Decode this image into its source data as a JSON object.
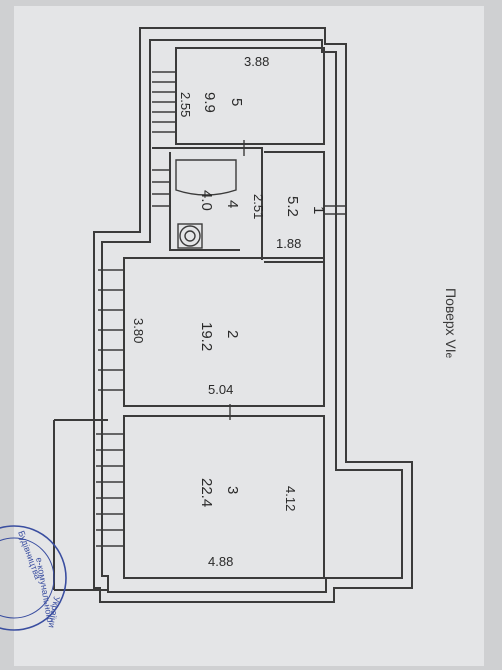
{
  "floor_label": "Поверх VI",
  "floor_suffix": "е",
  "rooms": [
    {
      "number": "1",
      "area": "5.2"
    },
    {
      "number": "2",
      "area": "19.2"
    },
    {
      "number": "3",
      "area": "22.4"
    },
    {
      "number": "4",
      "area": "4.0"
    },
    {
      "number": "5",
      "area": "9.9"
    }
  ],
  "dimensions": {
    "room5_width": "3.88",
    "room5_depth": "2.55",
    "room1_width": "2.51",
    "room1_depth": "1.88",
    "room2_width": "3.80",
    "room2_depth": "5.04",
    "room3_width": "4.12",
    "room3_depth": "4.88"
  },
  "stamp_text": [
    "Будівництва",
    "України",
    "е-комунального"
  ],
  "colors": {
    "paper": "#e6e7e9",
    "ink": "#3b3b3b",
    "stamp": "#3a4ea0"
  }
}
